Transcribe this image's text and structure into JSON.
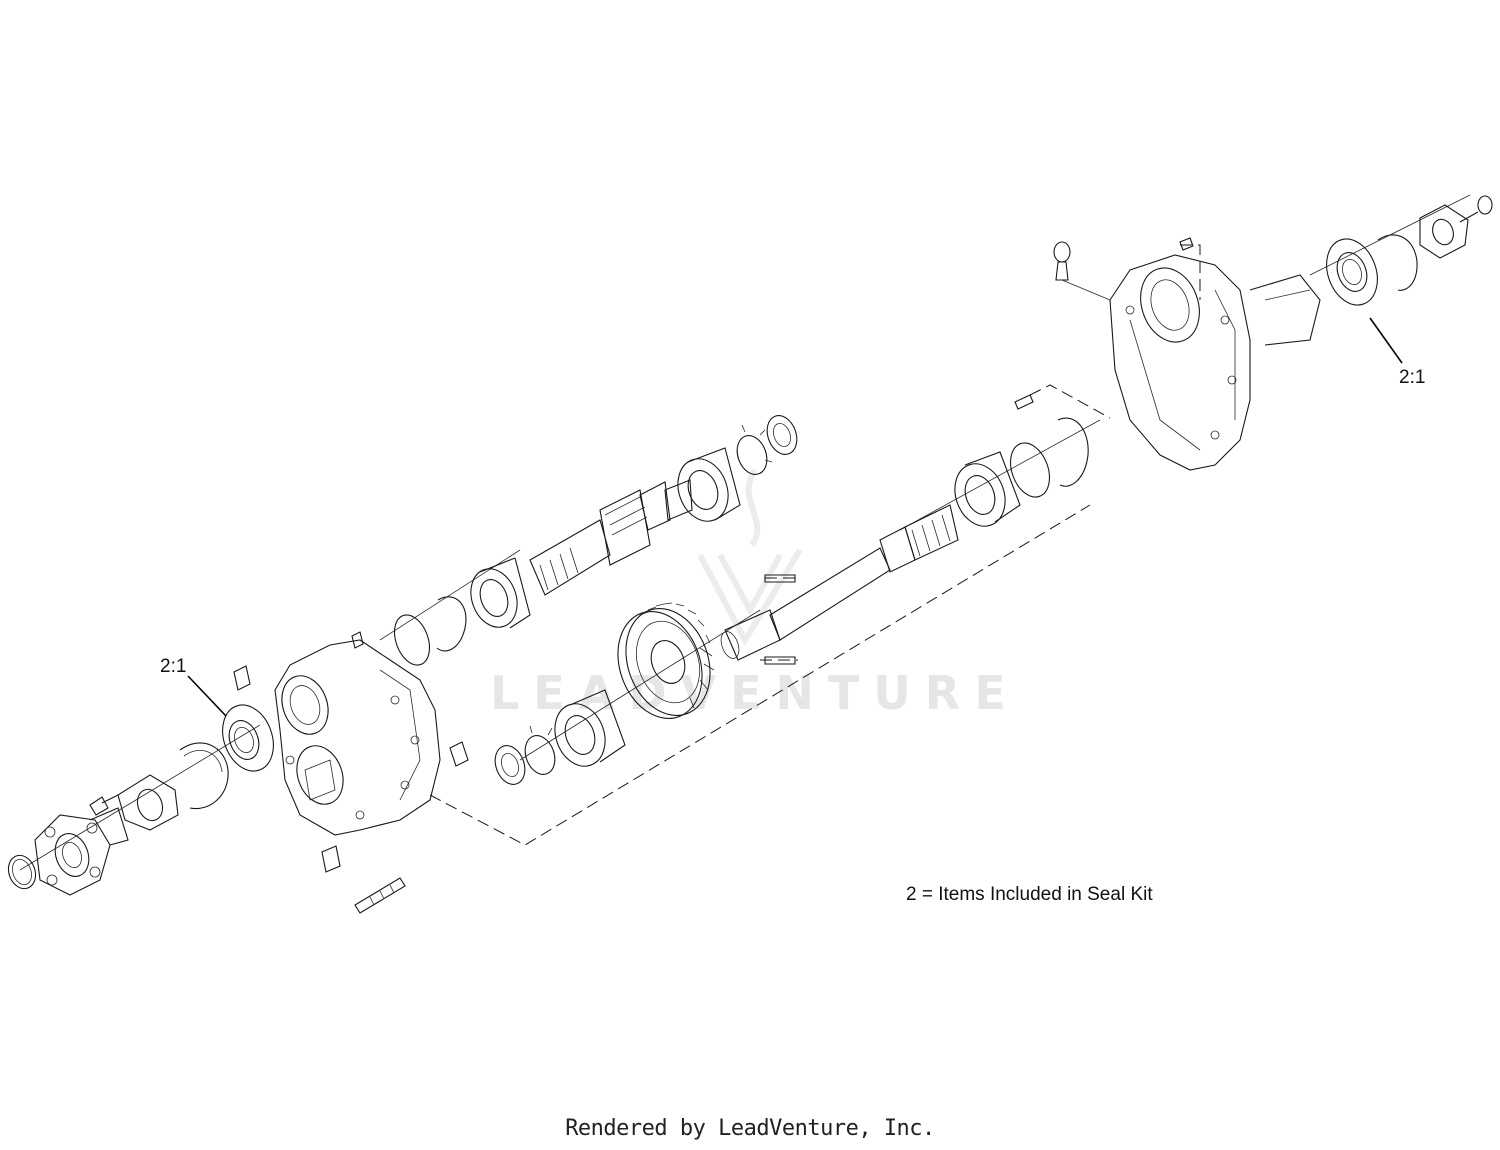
{
  "diagram": {
    "callouts": [
      {
        "label": "2:1"
      },
      {
        "label": "2:1"
      }
    ],
    "note": "2 = Items Included in Seal Kit",
    "watermark": "LEADVENTURE",
    "footer": "Rendered by LeadVenture, Inc."
  },
  "colors": {
    "line": "#1a1a1a",
    "watermark": "#e6e6e6"
  }
}
